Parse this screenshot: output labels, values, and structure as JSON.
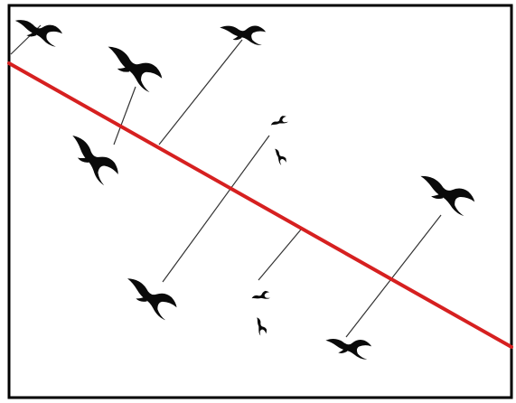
{
  "figure": {
    "frame_color": "#000000",
    "background_color": "#ffffff",
    "reference_line_color": "#d62020",
    "connector_color": "#333333",
    "bird_color": "#0a0a0a"
  },
  "reflection_pairs": [
    {
      "id": "pair-1",
      "size": "large"
    },
    {
      "id": "pair-2",
      "size": "large"
    },
    {
      "id": "pair-3",
      "size": "large"
    },
    {
      "id": "pair-4",
      "size": "large"
    },
    {
      "id": "pair-5",
      "size": "small"
    },
    {
      "id": "pair-6",
      "size": "small"
    }
  ]
}
